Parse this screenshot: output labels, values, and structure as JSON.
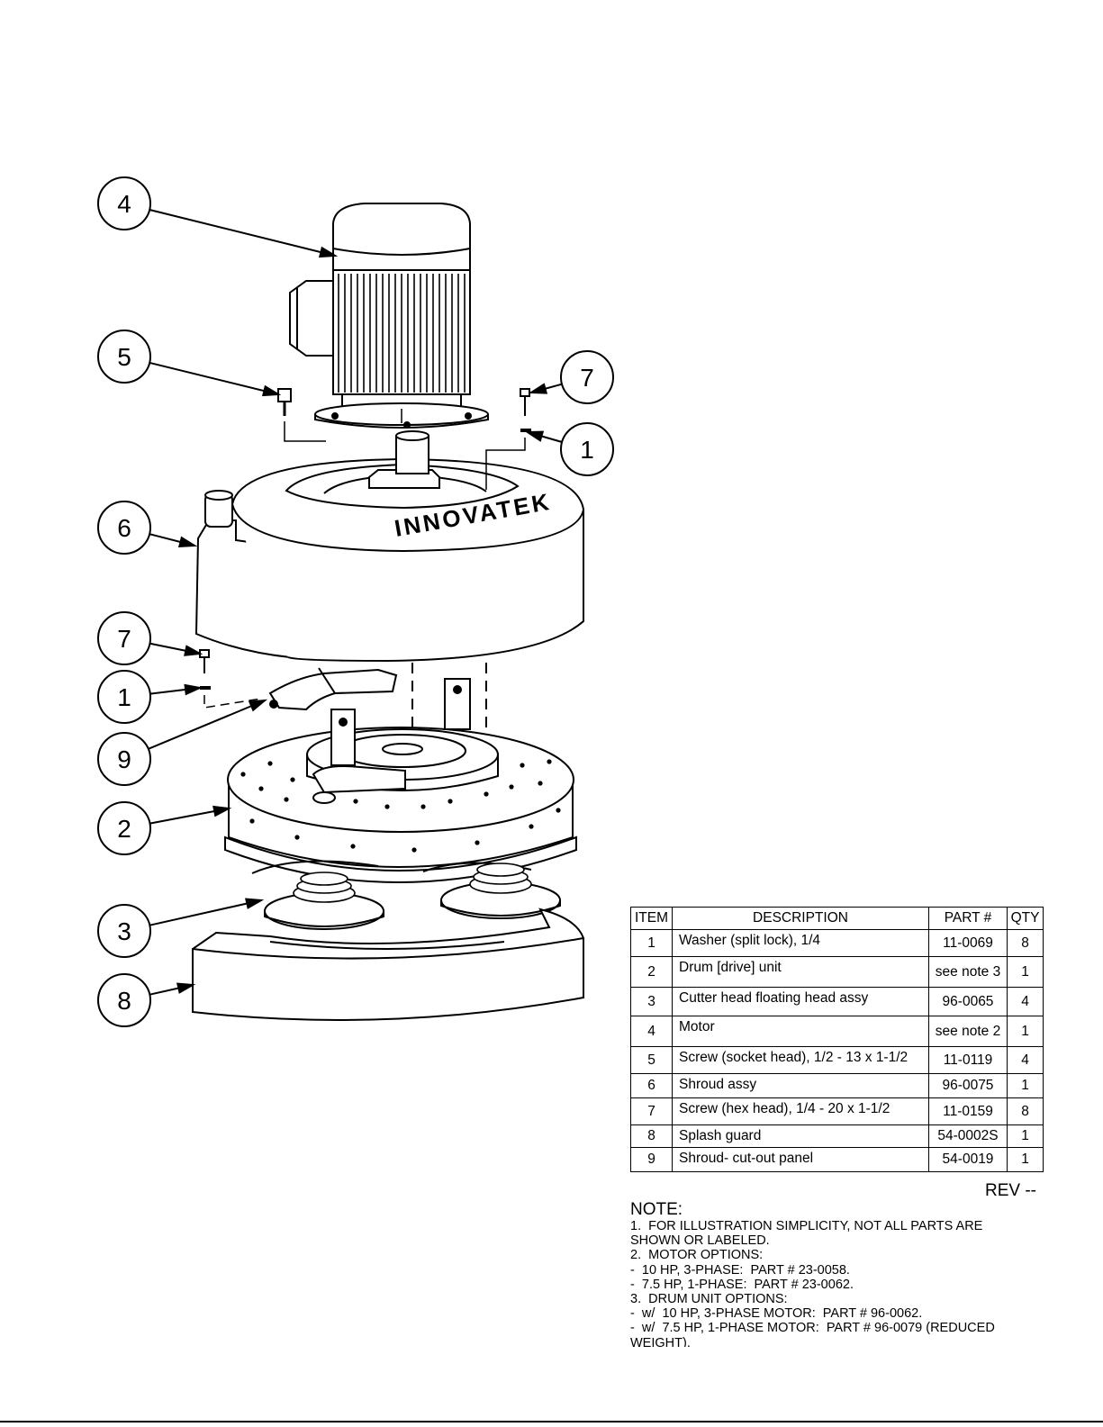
{
  "drawing": {
    "brand_text": "INNOVATEK",
    "callouts": [
      "4",
      "5",
      "7",
      "1",
      "6",
      "7",
      "1",
      "9",
      "2",
      "3",
      "8"
    ]
  },
  "table": {
    "headers": {
      "item": "ITEM",
      "description": "DESCRIPTION",
      "part": "PART #",
      "qty": "QTY"
    },
    "rows": [
      {
        "item": "1",
        "description": "Washer (split lock), 1/4",
        "part": "11-0069",
        "qty": "8"
      },
      {
        "item": "2",
        "description": "Drum [drive] unit",
        "part": "see note 3",
        "qty": "1"
      },
      {
        "item": "3",
        "description": "Cutter head floating head assy",
        "part": "96-0065",
        "qty": "4"
      },
      {
        "item": "4",
        "description": "Motor",
        "part": "see note 2",
        "qty": "1"
      },
      {
        "item": "5",
        "description": "Screw (socket head), 1/2 - 13 x 1-1/2",
        "part": "11-0119",
        "qty": "4"
      },
      {
        "item": "6",
        "description": "Shroud assy",
        "part": "96-0075",
        "qty": "1"
      },
      {
        "item": "7",
        "description": "Screw (hex head), 1/4 - 20 x 1-1/2",
        "part": "11-0159",
        "qty": "8"
      },
      {
        "item": "8",
        "description": "Splash guard",
        "part": "54-0002S",
        "qty": "1"
      },
      {
        "item": "9",
        "description": "Shroud-  cut-out panel",
        "part": "54-0019",
        "qty": "1"
      }
    ]
  },
  "rev": "REV --",
  "notes": {
    "heading": "NOTE:",
    "lines": [
      "1.  FOR ILLUSTRATION SIMPLICITY, NOT ALL PARTS ARE",
      "SHOWN OR LABELED.",
      "2.  MOTOR OPTIONS:",
      "-  10 HP, 3-PHASE:  PART # 23-0058.",
      "-  7.5 HP, 1-PHASE:  PART # 23-0062.",
      "3.  DRUM UNIT OPTIONS:",
      "-  w/  10 HP, 3-PHASE MOTOR:  PART # 96-0062.",
      "-  w/  7.5 HP, 1-PHASE MOTOR:  PART # 96-0079 (REDUCED",
      "WEIGHT)."
    ]
  }
}
